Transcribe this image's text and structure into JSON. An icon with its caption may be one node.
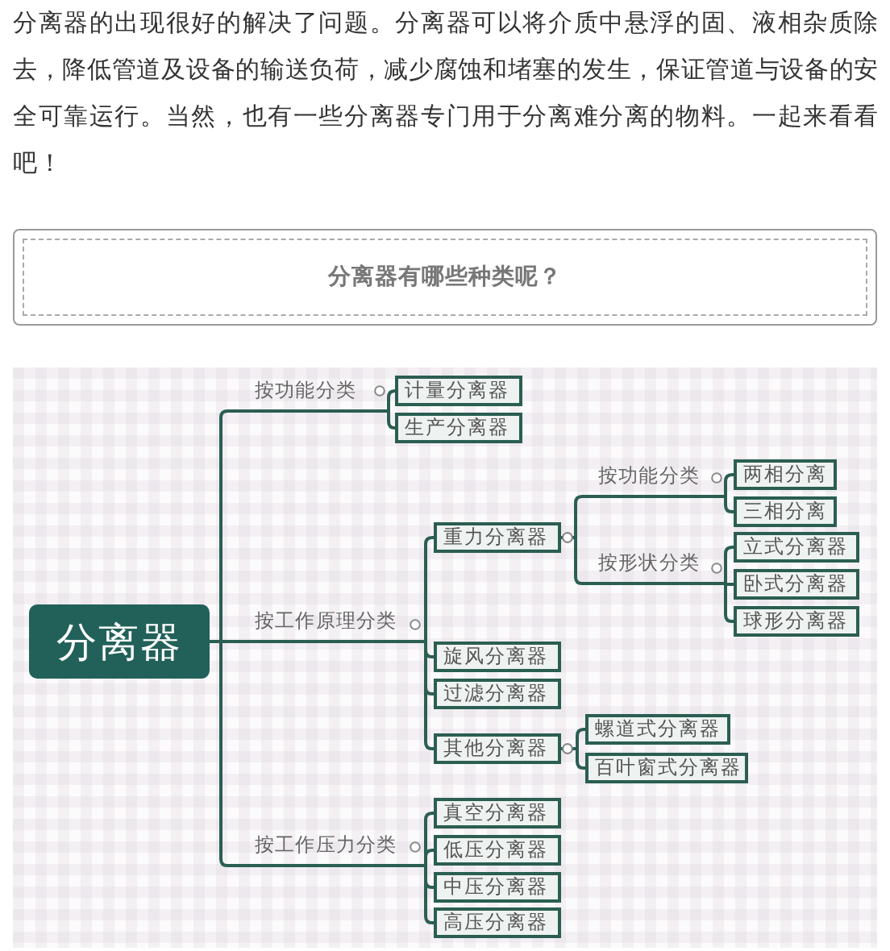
{
  "diagram": {
    "nodes": [
      {
        "text": [
          "分离器有哪些种类呢？"
        ]
      },
      {
        "text": [
          "分离器"
        ]
      },
      {
        "text": [
          "按功能分类"
        ]
      },
      {
        "text": [
          "计量分离器"
        ]
      },
      {
        "text": [
          "生产分离器"
        ]
      },
      {
        "text": [
          "按工作原理分类"
        ]
      },
      {
        "text": [
          "重力分离器"
        ]
      },
      {
        "text": [
          "按功能分类"
        ]
      },
      {
        "text": [
          "两相分离"
        ]
      },
      {
        "text": [
          "三相分离"
        ]
      },
      {
        "text": [
          "按形状分类"
        ]
      },
      {
        "text": [
          "立式分离器"
        ]
      },
      {
        "text": [
          "卧式分离器"
        ]
      },
      {
        "text": [
          "球形分离器"
        ]
      },
      {
        "text": [
          "旋风分离器"
        ]
      },
      {
        "text": [
          "过滤分离器"
        ]
      },
      {
        "text": [
          "其他分离器"
        ]
      },
      {
        "text": [
          "螺道式分离器"
        ]
      },
      {
        "text": [
          "百叶窗式分离器"
        ]
      },
      {
        "text": [
          "按工作压力分类"
        ]
      },
      {
        "text": [
          "真空分离器"
        ]
      },
      {
        "text": [
          "低压分离器"
        ]
      },
      {
        "text": [
          "中压分离器"
        ]
      },
      {
        "text": [
          "高压分离器"
        ]
      }
    ],
    "edges": [
      {
        "from": 1,
        "to": 2,
        "arrow": "none"
      },
      {
        "from": 1,
        "to": 5,
        "arrow": "none"
      },
      {
        "from": 1,
        "to": 19,
        "arrow": "none"
      },
      {
        "from": 2,
        "to": 3,
        "arrow": "none"
      },
      {
        "from": 2,
        "to": 4,
        "arrow": "none"
      },
      {
        "from": 5,
        "to": 6,
        "arrow": "none"
      },
      {
        "from": 5,
        "to": 14,
        "arrow": "none"
      },
      {
        "from": 5,
        "to": 15,
        "arrow": "none"
      },
      {
        "from": 5,
        "to": 16,
        "arrow": "none"
      },
      {
        "from": 6,
        "to": 7,
        "arrow": "other"
      },
      {
        "from": 6,
        "to": 10,
        "arrow": "other"
      },
      {
        "from": 7,
        "to": 8,
        "arrow": "none"
      },
      {
        "from": 7,
        "to": 9,
        "arrow": "none"
      },
      {
        "from": 10,
        "to": 11,
        "arrow": "none"
      },
      {
        "from": 10,
        "to": 12,
        "arrow": "none"
      },
      {
        "from": 10,
        "to": 13,
        "arrow": "none"
      },
      {
        "from": 16,
        "to": 17,
        "arrow": "other"
      },
      {
        "from": 16,
        "to": 18,
        "arrow": "other"
      },
      {
        "from": 19,
        "to": 20,
        "arrow": "none"
      },
      {
        "from": 19,
        "to": 21,
        "arrow": "none"
      },
      {
        "from": 19,
        "to": 22,
        "arrow": "none"
      },
      {
        "from": 19,
        "to": 23,
        "arrow": "none"
      }
    ],
    "labels": [
      "分离器的出现很好的解决了问题。分离器可以将介质中悬浮的固、液相杂质除去，降低管道及设备的输送负荷，减少腐蚀和堵塞的发生，保证管道与设备的安全可靠运行。当然，也有一些分离器专门用于分离难分离的物料。一起来看看吧！"
    ]
  }
}
